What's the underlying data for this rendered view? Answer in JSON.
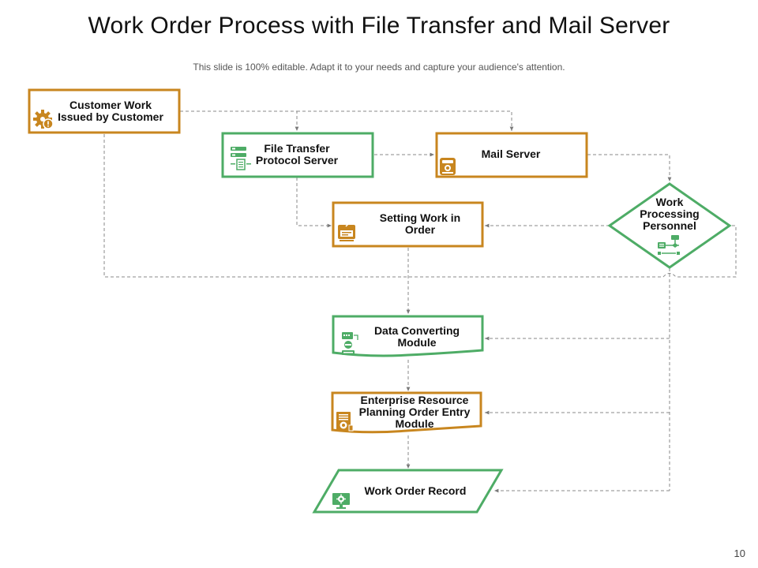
{
  "title": "Work Order Process with File Transfer and Mail Server",
  "subtitle": "This slide is 100% editable. Adapt it to your needs and capture your audience's attention.",
  "slide_number": "10",
  "colors": {
    "orange": "#C8861F",
    "green": "#4EAC66",
    "connector": "#8A8A8A"
  },
  "nodes": {
    "customer_work": {
      "label": "Customer Work\nIssued by Customer",
      "icon": "gear-alert-icon",
      "color": "orange"
    },
    "file_transfer": {
      "label": "File Transfer\nProtocol Server",
      "icon": "server-document-icon",
      "color": "green"
    },
    "mail_server": {
      "label": "Mail Server",
      "icon": "mail-server-icon",
      "color": "orange"
    },
    "setting_work": {
      "label": "Setting Work in\nOrder",
      "icon": "clipboard-icon",
      "color": "orange"
    },
    "work_processing": {
      "label": "Work\nProcessing\nPersonnel",
      "icon": "network-flow-icon",
      "color": "green"
    },
    "data_converting": {
      "label": "Data Converting\nModule",
      "icon": "data-convert-icon",
      "color": "green"
    },
    "erp_module": {
      "label": "Enterprise Resource\nPlanning Order Entry\nModule",
      "icon": "document-gear-icon",
      "color": "orange"
    },
    "work_order_record": {
      "label": "Work Order Record",
      "icon": "monitor-gear-icon",
      "color": "green"
    }
  }
}
